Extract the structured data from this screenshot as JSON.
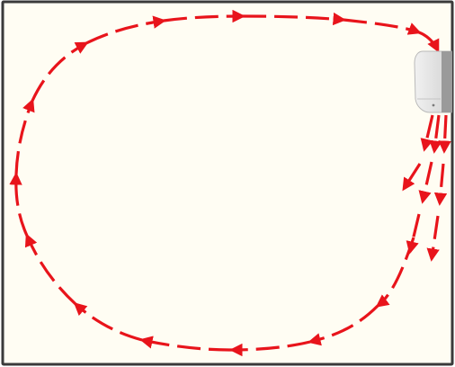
{
  "diagram": {
    "subject": "air-conditioner-airflow-circulation",
    "colors": {
      "room_background": "#fffdf3",
      "room_border": "#3a3a3a",
      "airflow_arrows": "#e8141b",
      "unit_body_light": "#f1f1f1",
      "unit_body_mid": "#d3d3d3",
      "unit_side": "#9a9a9a"
    },
    "elements": {
      "room": "room-floor-plan",
      "unit": "wall-mounted-ac-unit",
      "outflow": "cool-air-outflow-arrows",
      "return_loop": "air-return-loop-arrows"
    }
  }
}
